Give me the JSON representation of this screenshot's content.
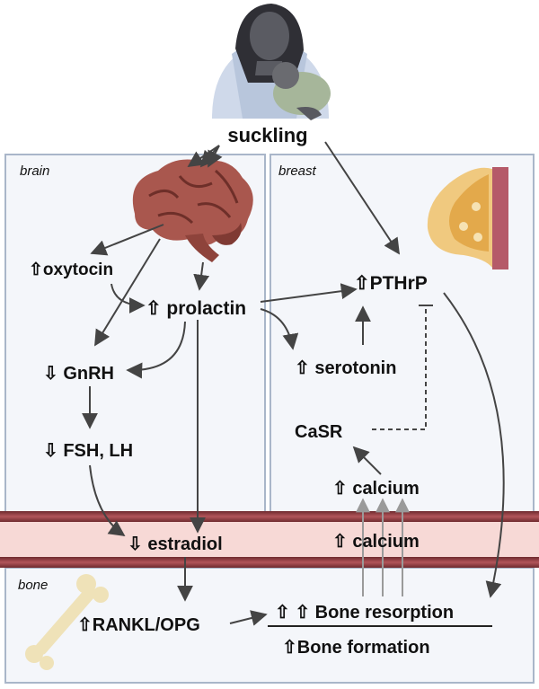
{
  "top": {
    "label": "suckling"
  },
  "regions": {
    "brain": "brain",
    "breast": "breast",
    "bone": "bone"
  },
  "brain_nodes": {
    "oxytocin": "⇧oxytocin",
    "prolactin": "⇧ prolactin",
    "gnrh": "⇩ GnRH",
    "fsh_lh": "⇩ FSH, LH"
  },
  "breast_nodes": {
    "pthrp": "⇧PTHrP",
    "serotonin": "⇧ serotonin",
    "casr": "CaSR",
    "calcium": "⇧ calcium"
  },
  "blood_nodes": {
    "estradiol": "⇩ estradiol",
    "calcium": "⇧ calcium"
  },
  "bone_nodes": {
    "rankl_opg": "⇧RANKL/OPG",
    "resorption": "⇧ ⇧ Bone resorption",
    "formation": "⇧Bone formation"
  },
  "colors": {
    "panel_fill": "#f4f6fa",
    "panel_border": "#a9b6c9",
    "vessel_wall": "#8e3a3e",
    "vessel_fill": "#f7d9d6",
    "arrow": "#444444",
    "calcium_arrow": "#9a9a9a"
  }
}
